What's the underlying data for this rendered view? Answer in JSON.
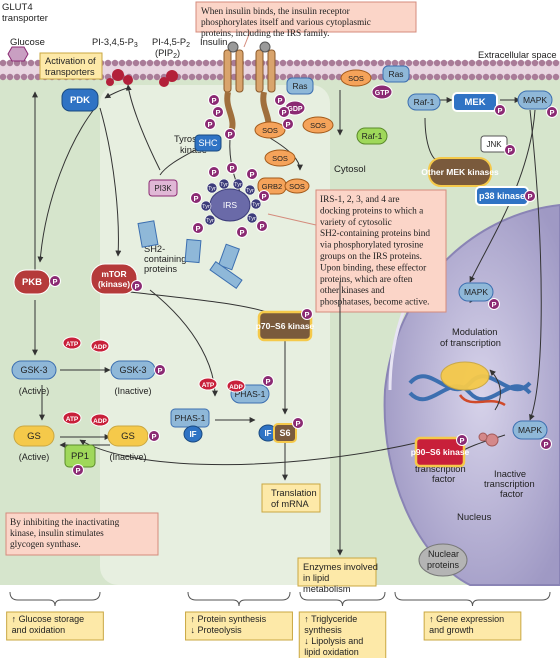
{
  "colors": {
    "cytosol": "#cfe0c4",
    "pathway_panel": "#dfeadb",
    "nucleus": "#b6b2d4",
    "membrane": "#c5a0b8",
    "note_box": "#fbd5c8",
    "yellow_box": "#fde9a8",
    "phospho": "#8b2a73"
  },
  "callouts": {
    "top": "When insulin binds, the insulin receptor phosphorylates itself and various cytoplasmic proteins, including the IRS family.",
    "irs": "IRS-1, 2, 3, and 4 are docking proteins to which a variety of cytosolic SH2-containing proteins bind via phosphorylated tyrosine groups on the IRS proteins. Upon binding, these effector proteins, which are often other kinases and phosphatases, become active.",
    "gs": "By inhibiting the inactivating kinase, insulin stimulates glycogen synthase."
  },
  "labels": {
    "glut4": "GLUT4 transporter",
    "glucose": "Glucose",
    "activation": "Activation of transporters",
    "pip3": "PI-3,4,5-P3",
    "pip2a": "PI-4,5-P2",
    "pip2b": "(PIP2)",
    "insulin": "Insulin",
    "extracellular": "Extracellular space",
    "cytosol": "Cytosol",
    "tyrosine_kinase": "Tyrosine kinase",
    "sh2_proteins": "SH2-containing proteins",
    "modulation": "Modulation of transcription",
    "active_tf": "Active transcription factor",
    "inactive_tf": "Inactive transcription factor",
    "nucleus": "Nucleus",
    "nuclear_proteins": "Nuclear proteins",
    "translation": "Translation of mRNA",
    "enzymes": "Enzymes involved in lipid metabolism"
  },
  "proteins": {
    "pdk": "PDK",
    "pkb": "PKB",
    "mtor": "mTOR (kinase)",
    "p70": "p70–S6 kinase",
    "gsk_active": "GSK-3",
    "gsk_inactive": "GSK-3",
    "gsk_active_state": "(Active)",
    "gsk_inactive_state": "(Inactive)",
    "gs_active": "GS",
    "gs_inactive": "GS",
    "gs_active_state": "(Active)",
    "gs_inactive_state": "(Inactive)",
    "pp1": "PP1",
    "phas1": "PHAS-1",
    "phas1p": "PHAS-1",
    "if1": "IF",
    "if2": "IF",
    "s6": "S6",
    "ras1": "Ras",
    "ras2": "Ras",
    "gdp": "GDP",
    "gtp": "GTP",
    "sos1": "SOS",
    "sos2": "SOS",
    "sos3": "SOS",
    "sos4": "SOS",
    "sos5": "SOS",
    "grb2": "GRB2",
    "shc": "SHC",
    "shc_tyr": "Tyr",
    "irs": "IRS",
    "pi3k": "PI3K",
    "raf1a": "Raf-1",
    "raf1b": "Raf-1",
    "mek": "MEK",
    "mapk1": "MAPK",
    "mapk2": "MAPK",
    "mapk3": "MAPK",
    "jnk": "JNK",
    "other_mek": "Other MEK kinases",
    "p38": "p38 kinase",
    "p90": "p90–S6 kinase",
    "atp": "ATP",
    "adp": "ADP",
    "p": "P",
    "tyr": "Tyr"
  },
  "outcomes": [
    {
      "lines": [
        "↑ Glucose storage",
        "and oxidation"
      ]
    },
    {
      "lines": [
        "↑ Protein synthesis",
        "↓ Proteolysis"
      ]
    },
    {
      "lines": [
        "↑ Triglyceride",
        "synthesis",
        "↓ Lipolysis and",
        "lipid oxidation"
      ]
    },
    {
      "lines": [
        "↑ Gene expression",
        "and growth"
      ]
    }
  ]
}
